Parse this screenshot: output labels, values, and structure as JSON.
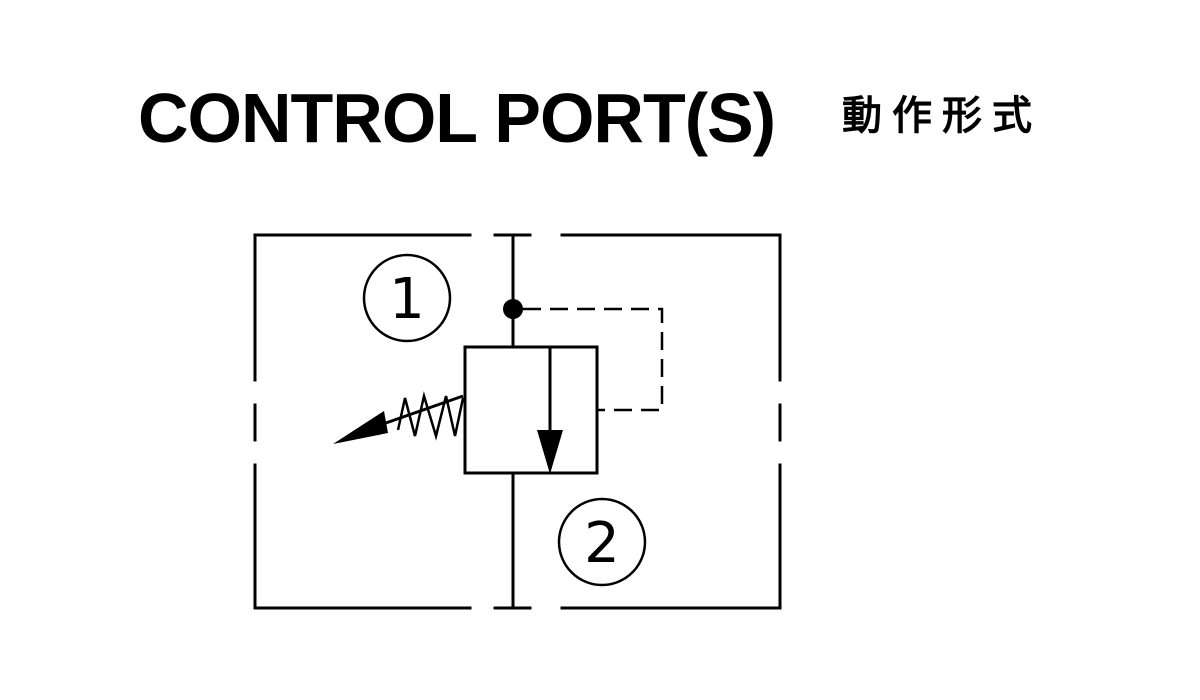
{
  "header": {
    "title": "CONTROL PORT(S)",
    "subtitle": "動作形式"
  },
  "diagram": {
    "ports": [
      {
        "label": "1"
      },
      {
        "label": "2"
      }
    ],
    "line_color": "#000000"
  }
}
